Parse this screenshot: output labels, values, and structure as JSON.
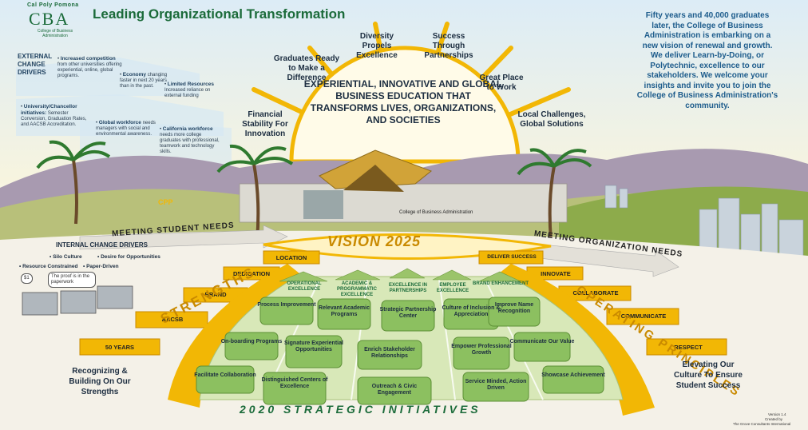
{
  "logo": {
    "university": "Cal Poly Pomona",
    "mark": "CBA",
    "college": "College of Business Administration"
  },
  "title": "Leading Organizational Transformation",
  "external_drivers": {
    "heading": "EXTERNAL CHANGE DRIVERS",
    "items": [
      {
        "title": "Increased competition",
        "body": "from other universities offering experiential, online, global programs."
      },
      {
        "title": "Economy",
        "body": "changing faster in next 20 years than in the past."
      },
      {
        "title": "Limited Resources",
        "body": "Increased reliance on external funding"
      },
      {
        "title": "University/Chancellor initiatives:",
        "body": "Semester Conversion, Graduation Rates, and AACSB Accreditation."
      },
      {
        "title": "Global workforce",
        "body": "needs managers with social and environmental awareness."
      },
      {
        "title": "California workforce",
        "body": "needs more college graduates with professional, teamwork and technology skills."
      }
    ]
  },
  "intro_paragraph": "Fifty years and 40,000 graduates later, the College of Business Administration is embarking on a new vision of renewal and growth. We deliver Learn-by-Doing, or Polytechnic, excellence to our stakeholders. We welcome your insights and invite you to join the College of Business Administration's community.",
  "vision_statement": "EXPERIENTIAL, INNOVATIVE AND GLOBAL BUSINESS EDUCATION THAT TRANSFORMS LIVES, ORGANIZATIONS, AND SOCIETIES",
  "vision_rays": [
    "Financial Stability For Innovation",
    "Graduates Ready to Make a Difference",
    "Diversity Propels Excellence",
    "Success Through Partnerships",
    "Great Place to Work",
    "Local Challenges, Global Solutions"
  ],
  "building_label": "College of Business Administration",
  "cpp_hill": "CPP",
  "vision_band": "VISION 2025",
  "meeting_student_needs": "MEETING STUDENT NEEDS",
  "meeting_org_needs": "MEETING ORGANIZATION NEEDS",
  "internal_drivers": {
    "heading": "INTERNAL CHANGE DRIVERS",
    "items": [
      "Silo Culture",
      "Desire for Opportunities",
      "Resource Constrained",
      "Paper-Driven"
    ],
    "bubble_left": "$1",
    "bubble_right": "The proof is in the paperwork"
  },
  "strengths": {
    "label": "STRENGTHS",
    "steps": [
      "50 YEARS",
      "AACSB",
      "BRAND",
      "DEDICATION",
      "LOCATION"
    ],
    "caption": "Recognizing & Building On Our Strengths"
  },
  "operating_principles": {
    "label": "OPERATING PRINCIPLES",
    "steps": [
      "DELIVER SUCCESS",
      "INNOVATE",
      "COLLABORATE",
      "COMMUNICATE",
      "RESPECT"
    ],
    "caption": "Elevating Our Culture To Ensure Student Success"
  },
  "initiative_categories": [
    "OPERATIONAL EXCELLENCE",
    "ACADEMIC & PROGRAMMATIC EXCELLENCE",
    "EXCELLENCE IN PARTNERSHIPS",
    "EMPLOYEE EXCELLENCE",
    "BRAND ENHANCEMENT"
  ],
  "initiatives": [
    "Process Improvement",
    "Relevant Academic Programs",
    "Strategic Partnership Center",
    "Culture of Inclusion & Appreciation",
    "Improve Name Recognition",
    "On-boarding Programs",
    "Signature Experiential Opportunities",
    "Enrich Stakeholder Relationships",
    "Empower Professional Growth",
    "Communicate Our Value",
    "Facilitate Collaboration",
    "Distinguished Centers of Excellence",
    "Outreach & Civic Engagement",
    "Service Minded, Action Driven",
    "Showcase Achievement"
  ],
  "initiatives_banner": "2020 STRATEGIC INITIATIVES",
  "footer": {
    "version": "Version 1.4",
    "created_by": "Created by",
    "credit": "The Grove Consultants International"
  },
  "colors": {
    "brand_green": "#1b6b3a",
    "gold": "#f2b705",
    "gold_dark": "#c98a00",
    "navy": "#1c2d40",
    "sky_text": "#1d5c8c"
  }
}
